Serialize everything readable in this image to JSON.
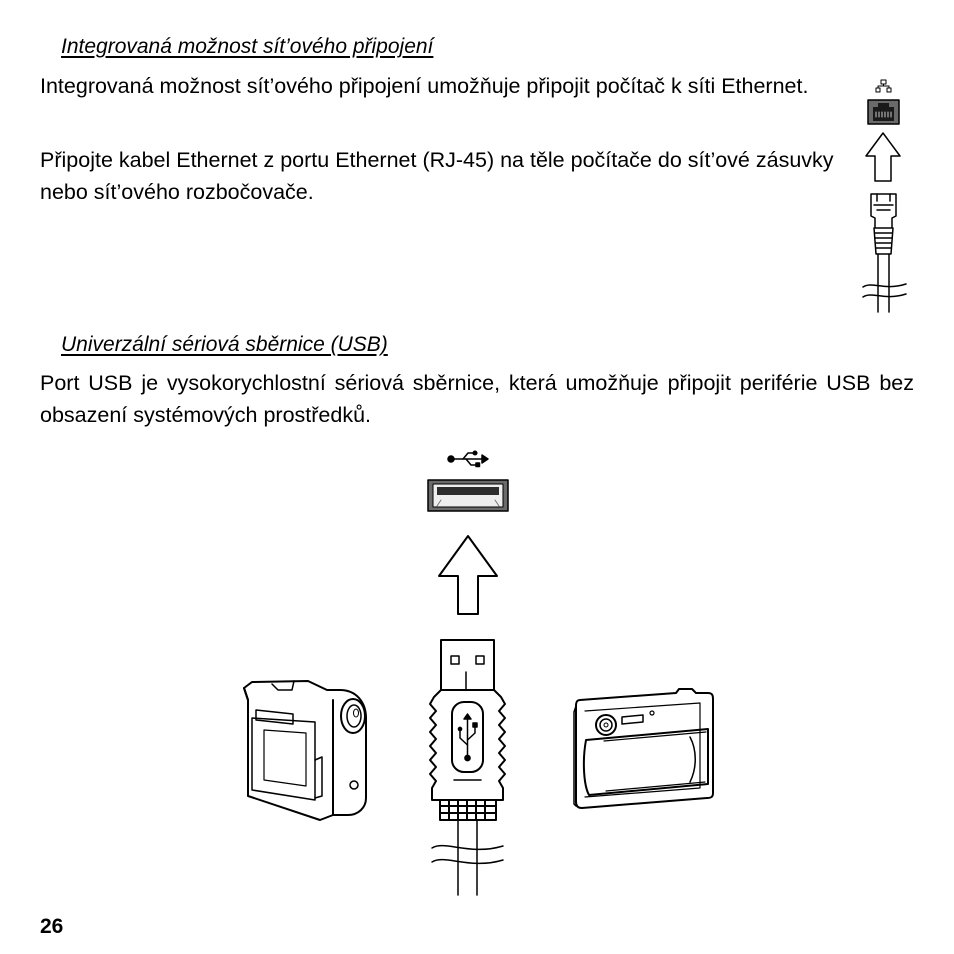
{
  "section_ethernet": {
    "heading": "Integrovaná možnost sít’ového připojení",
    "para1": "Integrovaná možnost sít’ového připojení umožňuje připojit počítač k síti Ethernet.",
    "para2": "Připojte kabel Ethernet z portu Ethernet (RJ-45) na těle počítače do sít’ové zásuvky nebo sít’ového rozbočovače."
  },
  "section_usb": {
    "heading": "Univerzální sériová sběrnice (USB)",
    "para1": "Port USB je vysokorychlostní sériová sběrnice, která umožňuje připojit periférie USB bez obsazení systémových prostředků."
  },
  "footer": {
    "page_number": "26"
  },
  "icons": [
    "network-icon",
    "rj45-port-icon",
    "up-arrow-icon",
    "ethernet-plug-icon",
    "usb-symbol-icon",
    "usb-port-icon",
    "usb-plug-icon",
    "camcorder-icon",
    "digital-camera-icon"
  ]
}
